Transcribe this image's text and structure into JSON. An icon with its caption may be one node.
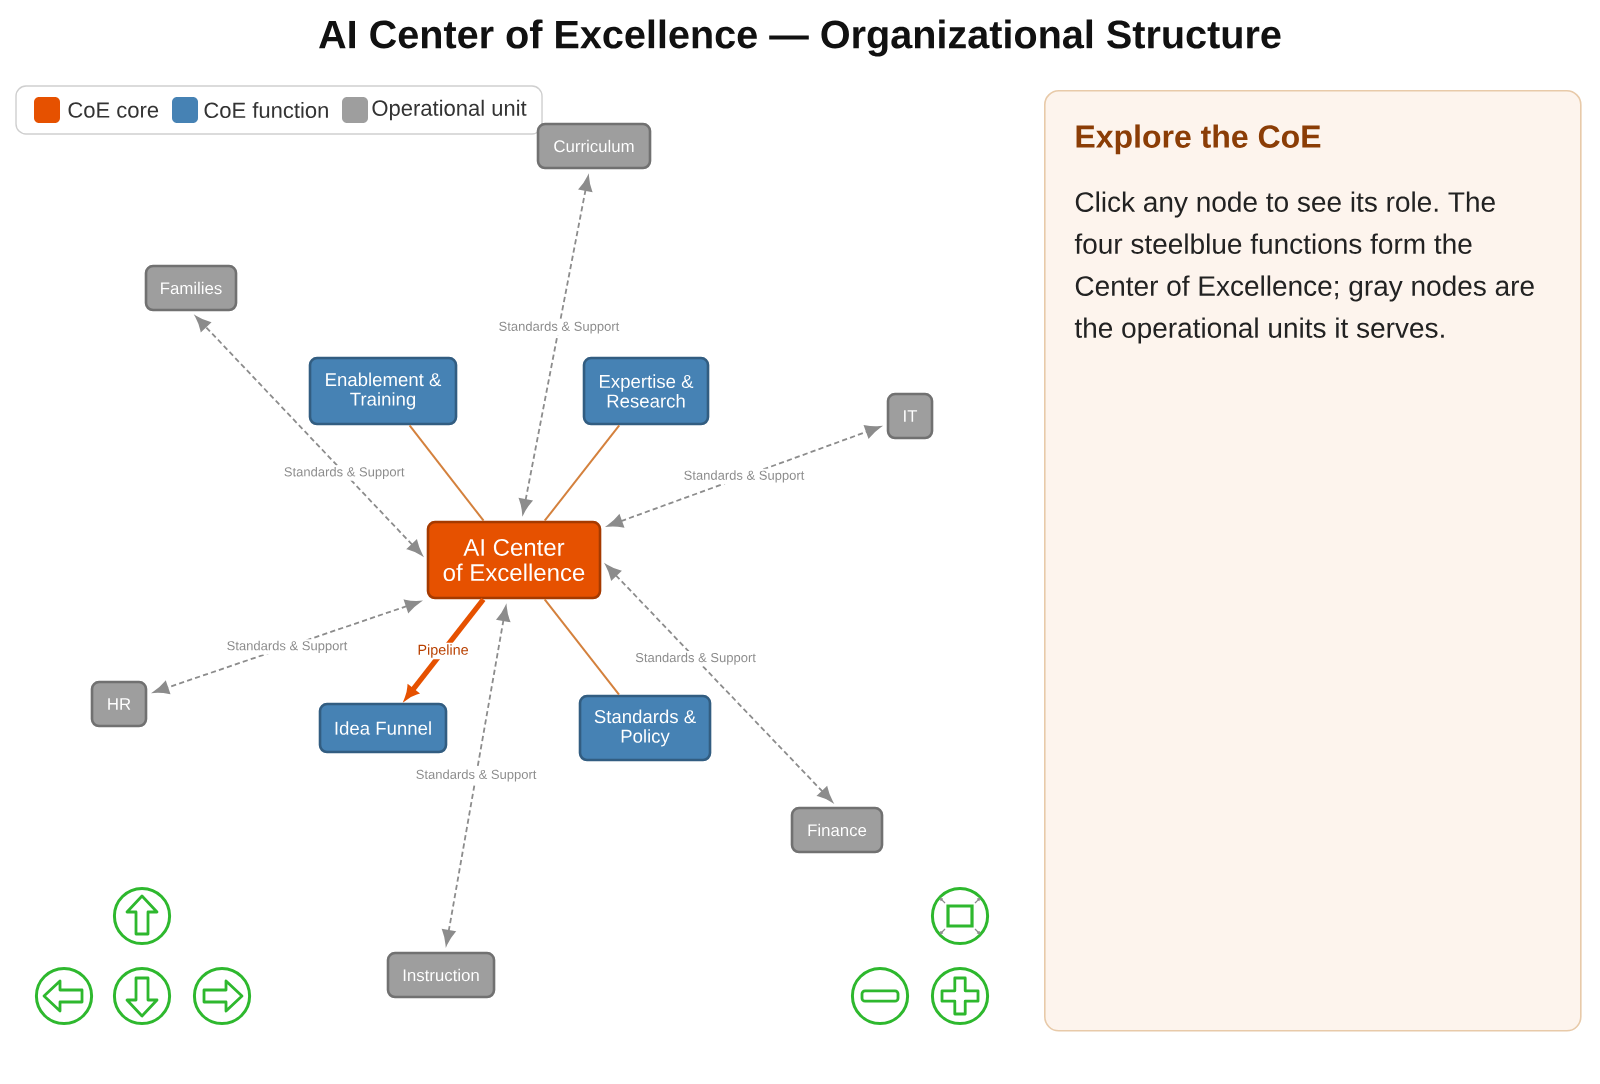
{
  "diagram": {
    "title": "AI Center of Excellence — Organizational Structure",
    "nodes": [
      {
        "text": [
          "Curriculum"
        ]
      },
      {
        "text": [
          "Families"
        ]
      },
      {
        "text": [
          "Enablement & Training"
        ]
      },
      {
        "text": [
          "Expertise & Research"
        ]
      },
      {
        "text": [
          "IT"
        ]
      },
      {
        "text": [
          "AI Center of Excellence"
        ]
      },
      {
        "text": [
          "HR"
        ]
      },
      {
        "text": [
          "Idea Funnel"
        ]
      },
      {
        "text": [
          "Standards & Policy"
        ]
      },
      {
        "text": [
          "Finance"
        ]
      },
      {
        "text": [
          "Instruction"
        ]
      },
      {
        "text": [
          "Explore the CoE",
          "Click any node to see its role. The four steelblue functions form the Center of Excellence; gray nodes are the operational units it serves."
        ]
      }
    ],
    "edges": [
      {
        "from": 5,
        "to": 0,
        "arrow": "both",
        "style": "dashed",
        "label": "Standards & Support"
      },
      {
        "from": 5,
        "to": 1,
        "arrow": "both",
        "style": "dashed",
        "label": "Standards & Support"
      },
      {
        "from": 5,
        "to": 2,
        "arrow": "none",
        "color": "#d4813d"
      },
      {
        "from": 5,
        "to": 3,
        "arrow": "none",
        "color": "#d4813d"
      },
      {
        "from": 5,
        "to": 4,
        "arrow": "both",
        "style": "dashed",
        "label": "Standards & Support"
      },
      {
        "from": 5,
        "to": 6,
        "arrow": "both",
        "style": "dashed",
        "label": "Standards & Support"
      },
      {
        "from": 5,
        "to": 7,
        "arrow": "to",
        "style": "thick",
        "color": "#e65100",
        "label": "Pipeline"
      },
      {
        "from": 5,
        "to": 8,
        "arrow": "none",
        "color": "#d4813d"
      },
      {
        "from": 5,
        "to": 9,
        "arrow": "both",
        "style": "dashed",
        "label": "Standards & Support"
      },
      {
        "from": 5,
        "to": 10,
        "arrow": "both",
        "style": "dashed",
        "label": "Standards & Support"
      }
    ],
    "legend": [
      {
        "text": "CoE core",
        "color": "#e65100"
      },
      {
        "text": "CoE function",
        "color": "#4682b4"
      },
      {
        "text": "Operational unit",
        "color": "#9e9e9e"
      }
    ]
  }
}
